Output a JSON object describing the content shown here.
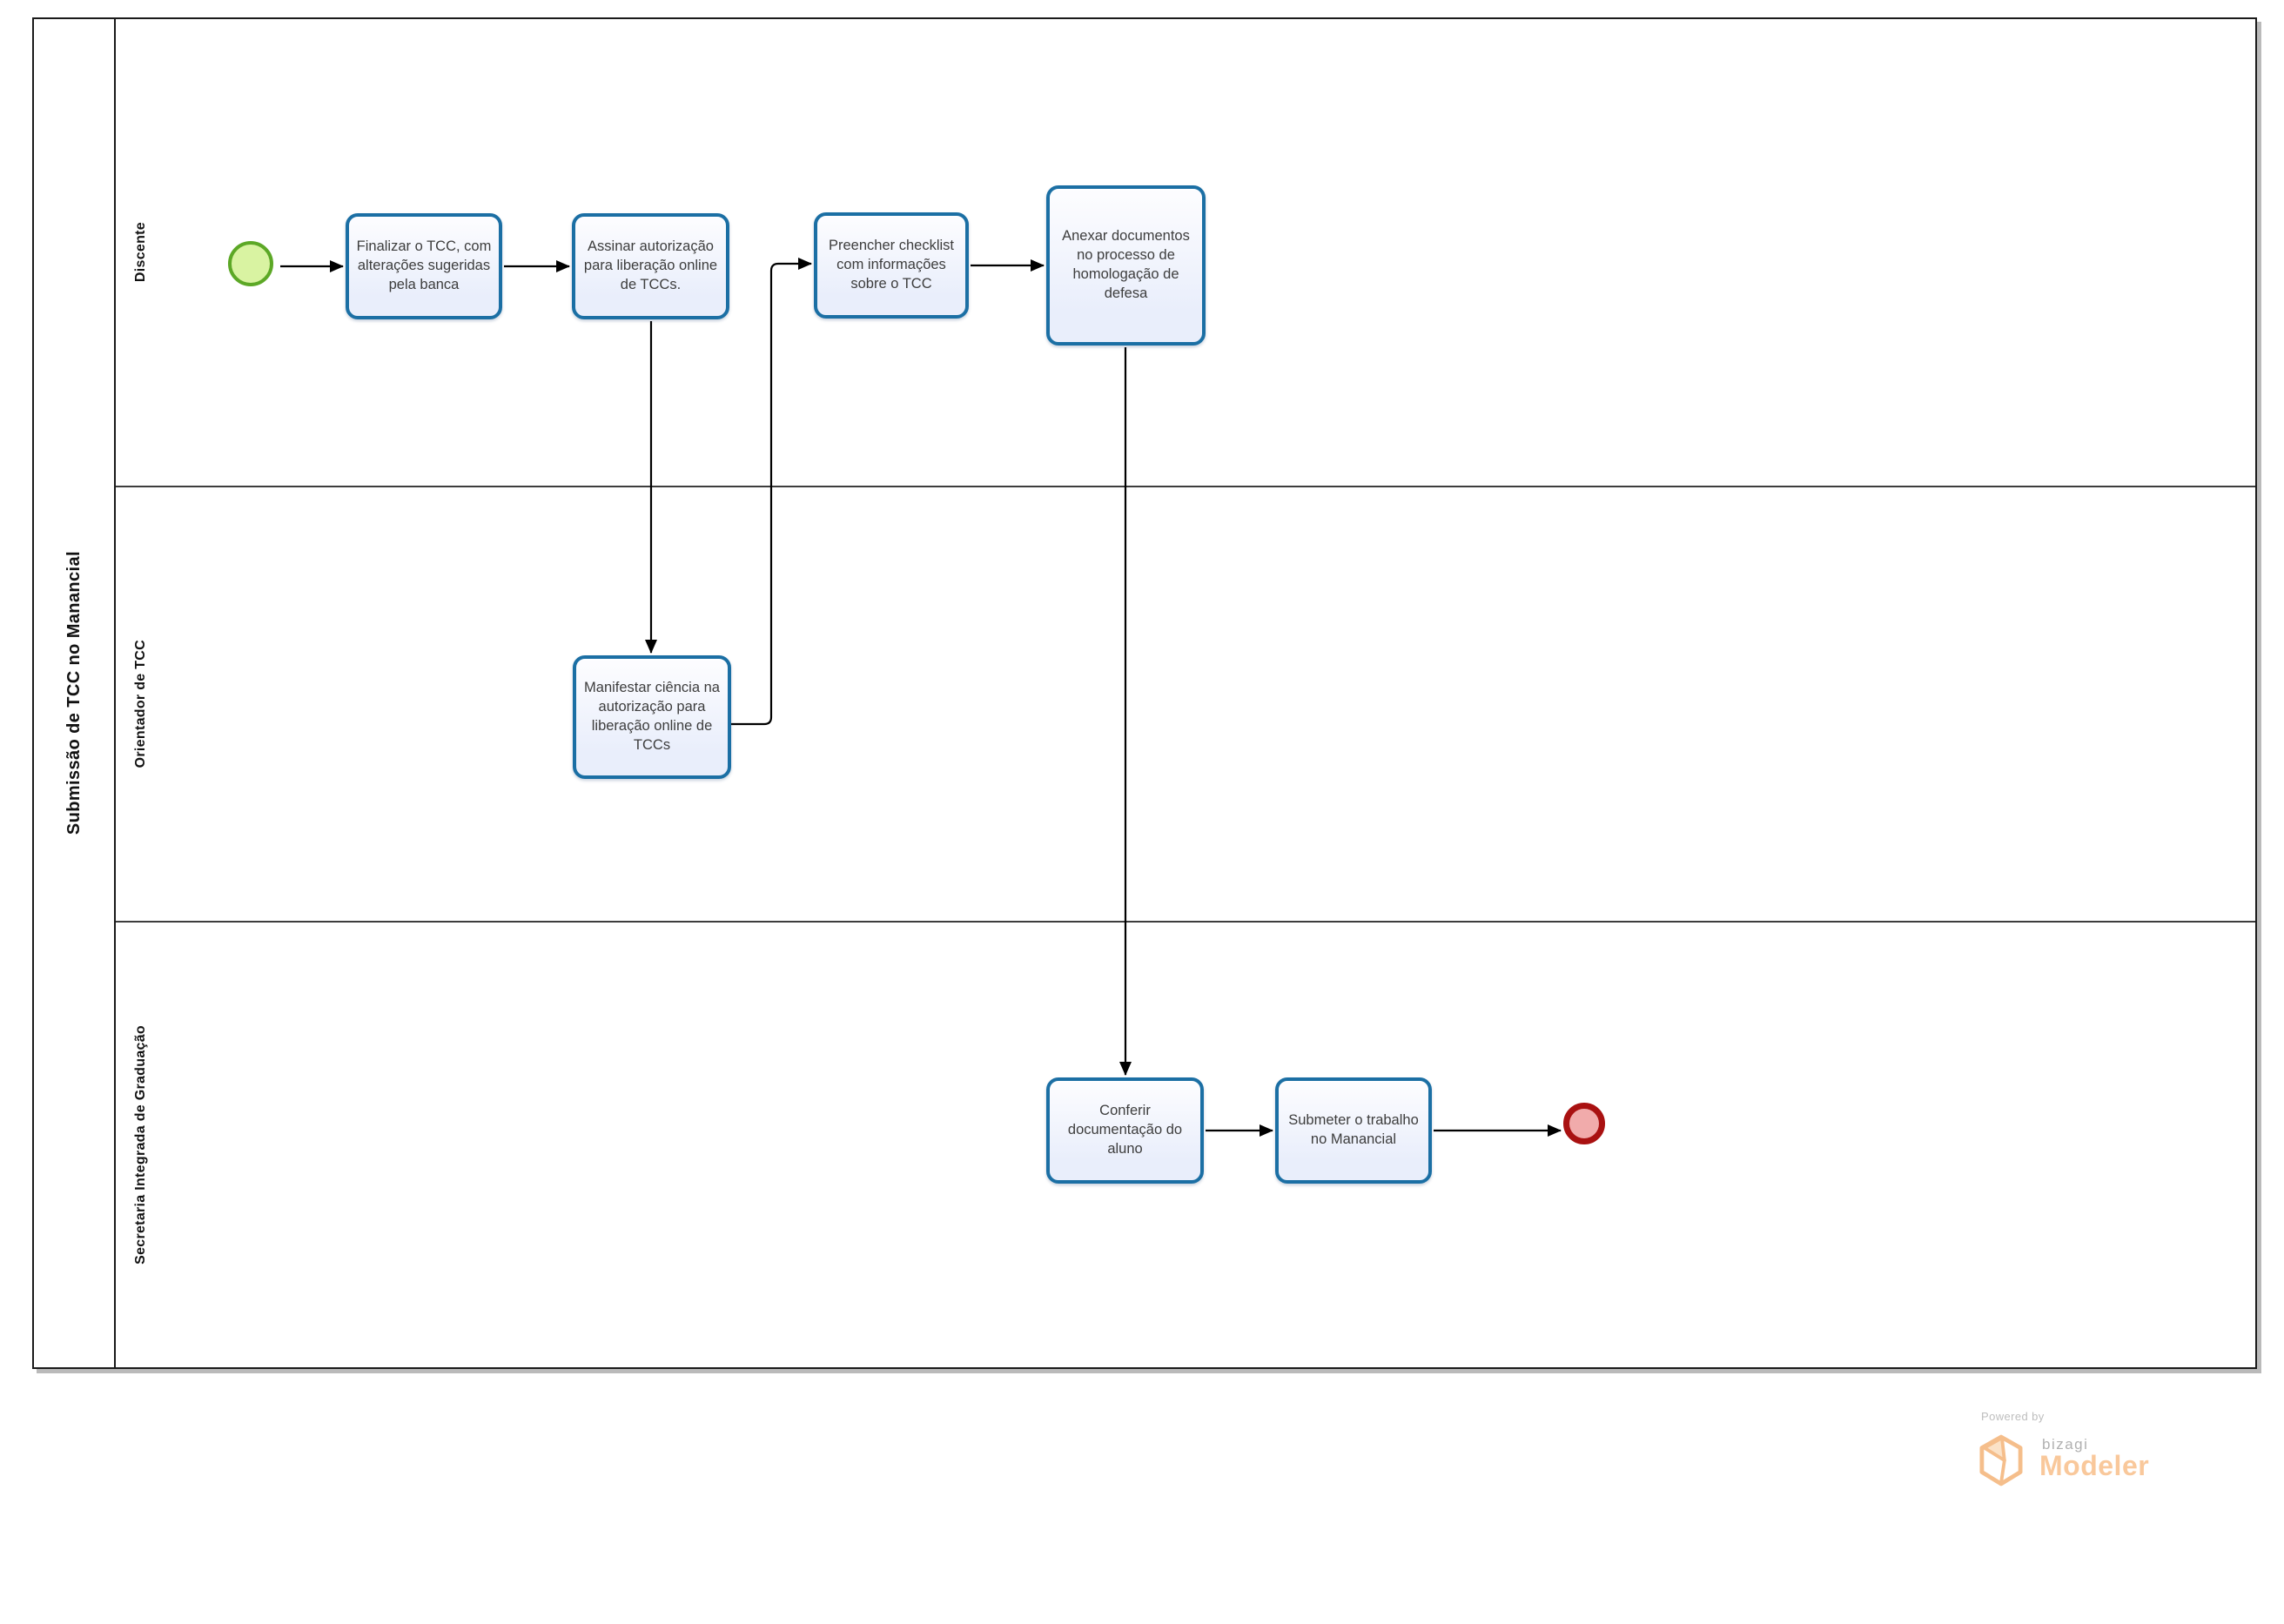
{
  "pool": {
    "title": "Submissão de TCC no Manancial",
    "lanes": [
      {
        "label": "Discente"
      },
      {
        "label": "Orientador de TCC"
      },
      {
        "label": "Secretaria Integrada de Graduação"
      }
    ]
  },
  "tasks": [
    {
      "id": "finalizar-tcc",
      "label": "Finalizar o TCC, com alterações sugeridas pela banca",
      "lane": "Discente"
    },
    {
      "id": "assinar-autorizacao",
      "label": "Assinar autorização para liberação online de TCCs.",
      "lane": "Discente"
    },
    {
      "id": "preencher-checklist",
      "label": "Preencher checklist com informações sobre o TCC",
      "lane": "Discente"
    },
    {
      "id": "anexar-documentos",
      "label": "Anexar documentos no processo de homologação de defesa",
      "lane": "Discente"
    },
    {
      "id": "manifestar-ciencia",
      "label": "Manifestar ciência na autorização para liberação online de TCCs",
      "lane": "Orientador de TCC"
    },
    {
      "id": "conferir-documentacao",
      "label": "Conferir documentação do aluno",
      "lane": "Secretaria Integrada de Graduação"
    },
    {
      "id": "submeter-trabalho",
      "label": "Submeter o trabalho no Manancial",
      "lane": "Secretaria Integrada de Graduação"
    }
  ],
  "events": {
    "start": {
      "type": "start-event",
      "border_color": "#5ca826",
      "fill_color": "#d9f3a2"
    },
    "end": {
      "type": "end-event",
      "border_color": "#a91111",
      "fill_color": "#f1abab"
    }
  },
  "branding": {
    "powered_by": "Powered by",
    "vendor": "bizagi",
    "product": "Modeler"
  },
  "colors": {
    "task_border": "#1b6fa4",
    "task_fill": "#e9eefb",
    "lane_line": "#3d3d3d",
    "flow_line": "#000000",
    "brand_orange": "#f9c391"
  }
}
